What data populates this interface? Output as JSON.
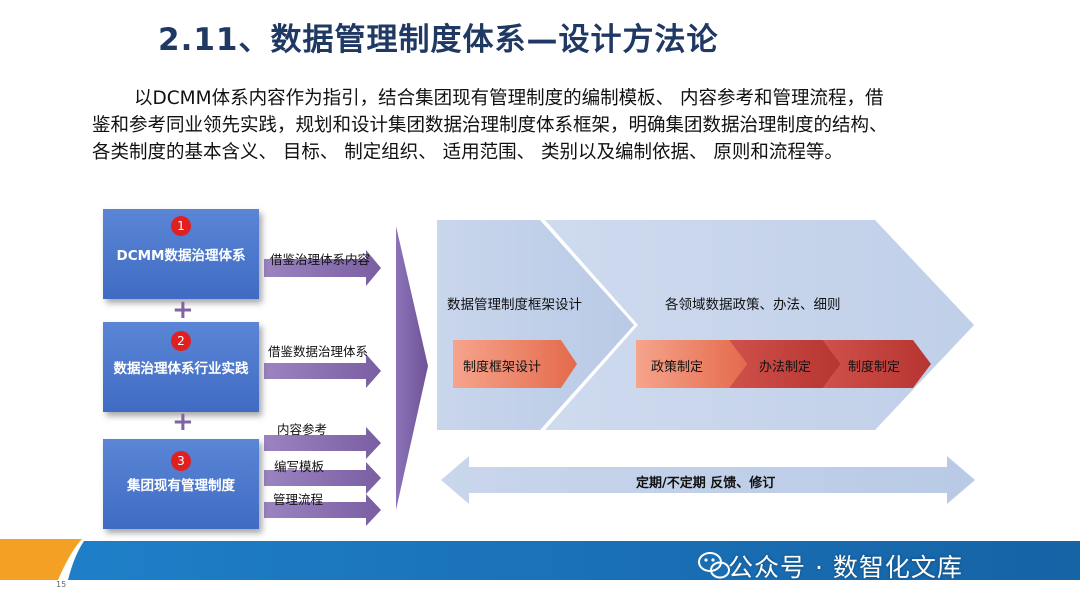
{
  "title": "2.11、数据管理制度体系—设计方法论",
  "intro_lines": [
    "以DCMM体系内容作为指引，结合集团现有管理制度的编制模板、 内容参考和管理流程，借",
    "鉴和参考同业领先实践，规划和设计集团数据治理制度体系框架，明确集团数据治理制度的结构、",
    "各类制度的基本含义、 目标、 制定组织、 适用范围、 类别以及编制依据、 原则和流程等。"
  ],
  "sources": [
    {
      "number": "1",
      "label": "DCMM数据治理体系"
    },
    {
      "number": "2",
      "label": "数据治理体系行业实践"
    },
    {
      "number": "3",
      "label": "集团现有管理制度"
    }
  ],
  "plus_symbol": "+",
  "arrow_labels": [
    "借鉴治理体系内容",
    "借鉴数据治理体系",
    "内容参考",
    "编写模板",
    "管理流程"
  ],
  "framework": {
    "stage1_title": "数据管理制度框架设计",
    "stage2_title": "各领域数据政策、办法、细则",
    "steps": [
      "制度框架设计",
      "政策制定",
      "办法制定",
      "制度制定"
    ],
    "feedback": "定期/不定期 反馈、修订"
  },
  "colors": {
    "title": "#1f3864",
    "source_box": "#4472c4",
    "purple_arrow": "#8064a2",
    "chevron_bg": "#c5d3ea",
    "step_light": "#f08a6e",
    "step_dark": "#c0403d",
    "footer_blue": "#1a6fb5",
    "footer_orange": "#f4a025"
  },
  "footer": {
    "page_number": "15",
    "watermark": "公众号 · 数智化文库",
    "watermark_icon": "wechat-icon"
  }
}
